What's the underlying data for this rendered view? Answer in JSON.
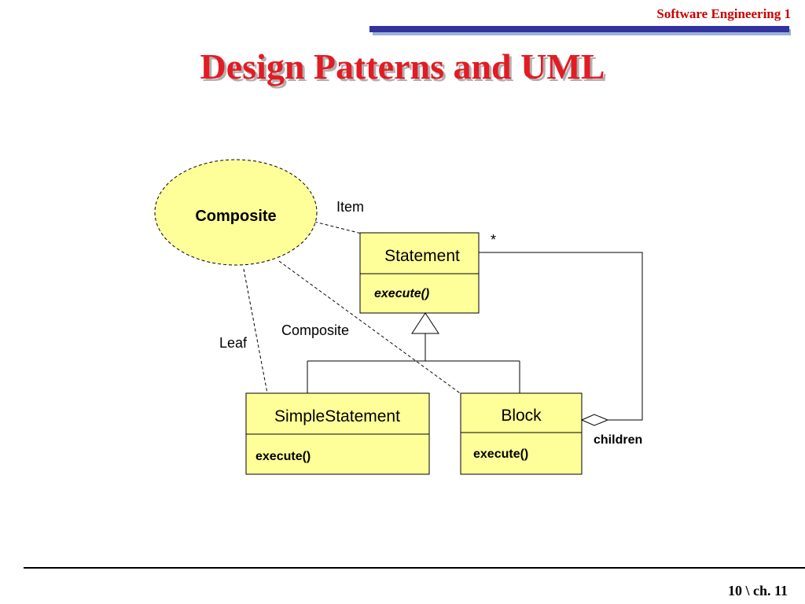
{
  "header": {
    "course": "Software Engineering 1"
  },
  "title": "Design Patterns and UML",
  "diagram": {
    "pattern": {
      "name": "Composite"
    },
    "classes": {
      "statement": {
        "name": "Statement",
        "method": "execute()"
      },
      "simple": {
        "name": "SimpleStatement",
        "method": "execute()"
      },
      "block": {
        "name": "Block",
        "method": "execute()"
      }
    },
    "roles": {
      "item": "Item",
      "leaf": "Leaf",
      "composite": "Composite"
    },
    "multiplicity": "*",
    "association_role": "children"
  },
  "footer": {
    "page": "10 \\ ch. 11"
  },
  "colors": {
    "box_fill": "#ffff99",
    "title": "#e31b23",
    "bar": "#3333a0"
  }
}
